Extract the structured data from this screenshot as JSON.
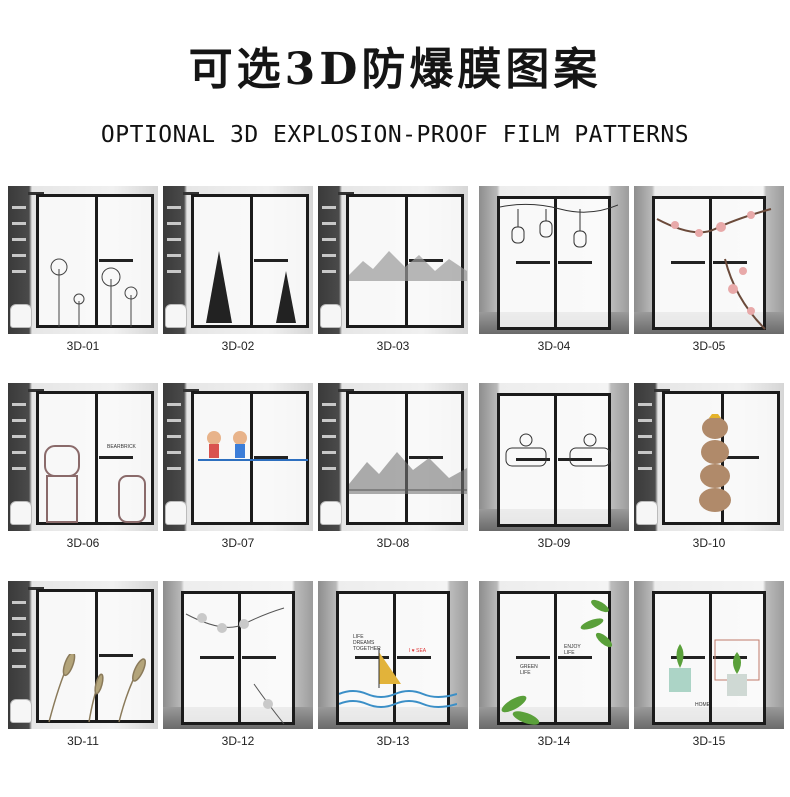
{
  "header": {
    "title_cn": "可选3D防爆膜图案",
    "title_en": "OPTIONAL 3D EXPLOSION-PROOF FILM PATTERNS"
  },
  "patterns": [
    {
      "code": "3D-01",
      "motif": "dandelion-flowers",
      "scene": "bathroom"
    },
    {
      "code": "3D-02",
      "motif": "pine-trees",
      "scene": "bathroom"
    },
    {
      "code": "3D-03",
      "motif": "ink-mountains",
      "scene": "bathroom"
    },
    {
      "code": "3D-04",
      "motif": "hanging-birdcages",
      "scene": "frame"
    },
    {
      "code": "3D-05",
      "motif": "plum-blossom",
      "scene": "frame"
    },
    {
      "code": "3D-06",
      "motif": "bear-figure",
      "scene": "bathroom"
    },
    {
      "code": "3D-07",
      "motif": "cartoon-couple",
      "scene": "bathroom"
    },
    {
      "code": "3D-08",
      "motif": "ink-landscape",
      "scene": "bathroom"
    },
    {
      "code": "3D-09",
      "motif": "cartoon-bath",
      "scene": "frame"
    },
    {
      "code": "3D-10",
      "motif": "stacked-cats",
      "scene": "bathroom"
    },
    {
      "code": "3D-11",
      "motif": "reed-grass",
      "scene": "bathroom"
    },
    {
      "code": "3D-12",
      "motif": "flowering-branch",
      "scene": "frame"
    },
    {
      "code": "3D-13",
      "motif": "sailboat-sea",
      "scene": "frame"
    },
    {
      "code": "3D-14",
      "motif": "green-leaves",
      "scene": "frame"
    },
    {
      "code": "3D-15",
      "motif": "potted-plants",
      "scene": "frame"
    }
  ],
  "pattern_texts": {
    "p06": "BEARBRICK",
    "p13a": "LIFE\nDREAMS\nTOGETHER",
    "p13b": "I ♥ SEA",
    "p14a": "ENJOY\nLIFE",
    "p14b": "GREEN\nLIFE",
    "p15": "HOME"
  },
  "colors": {
    "frame": "#1b1b1b",
    "blossom": "#e8a9a9",
    "leaf_green": "#5aa03a",
    "sea_blue": "#3b8fc7"
  }
}
